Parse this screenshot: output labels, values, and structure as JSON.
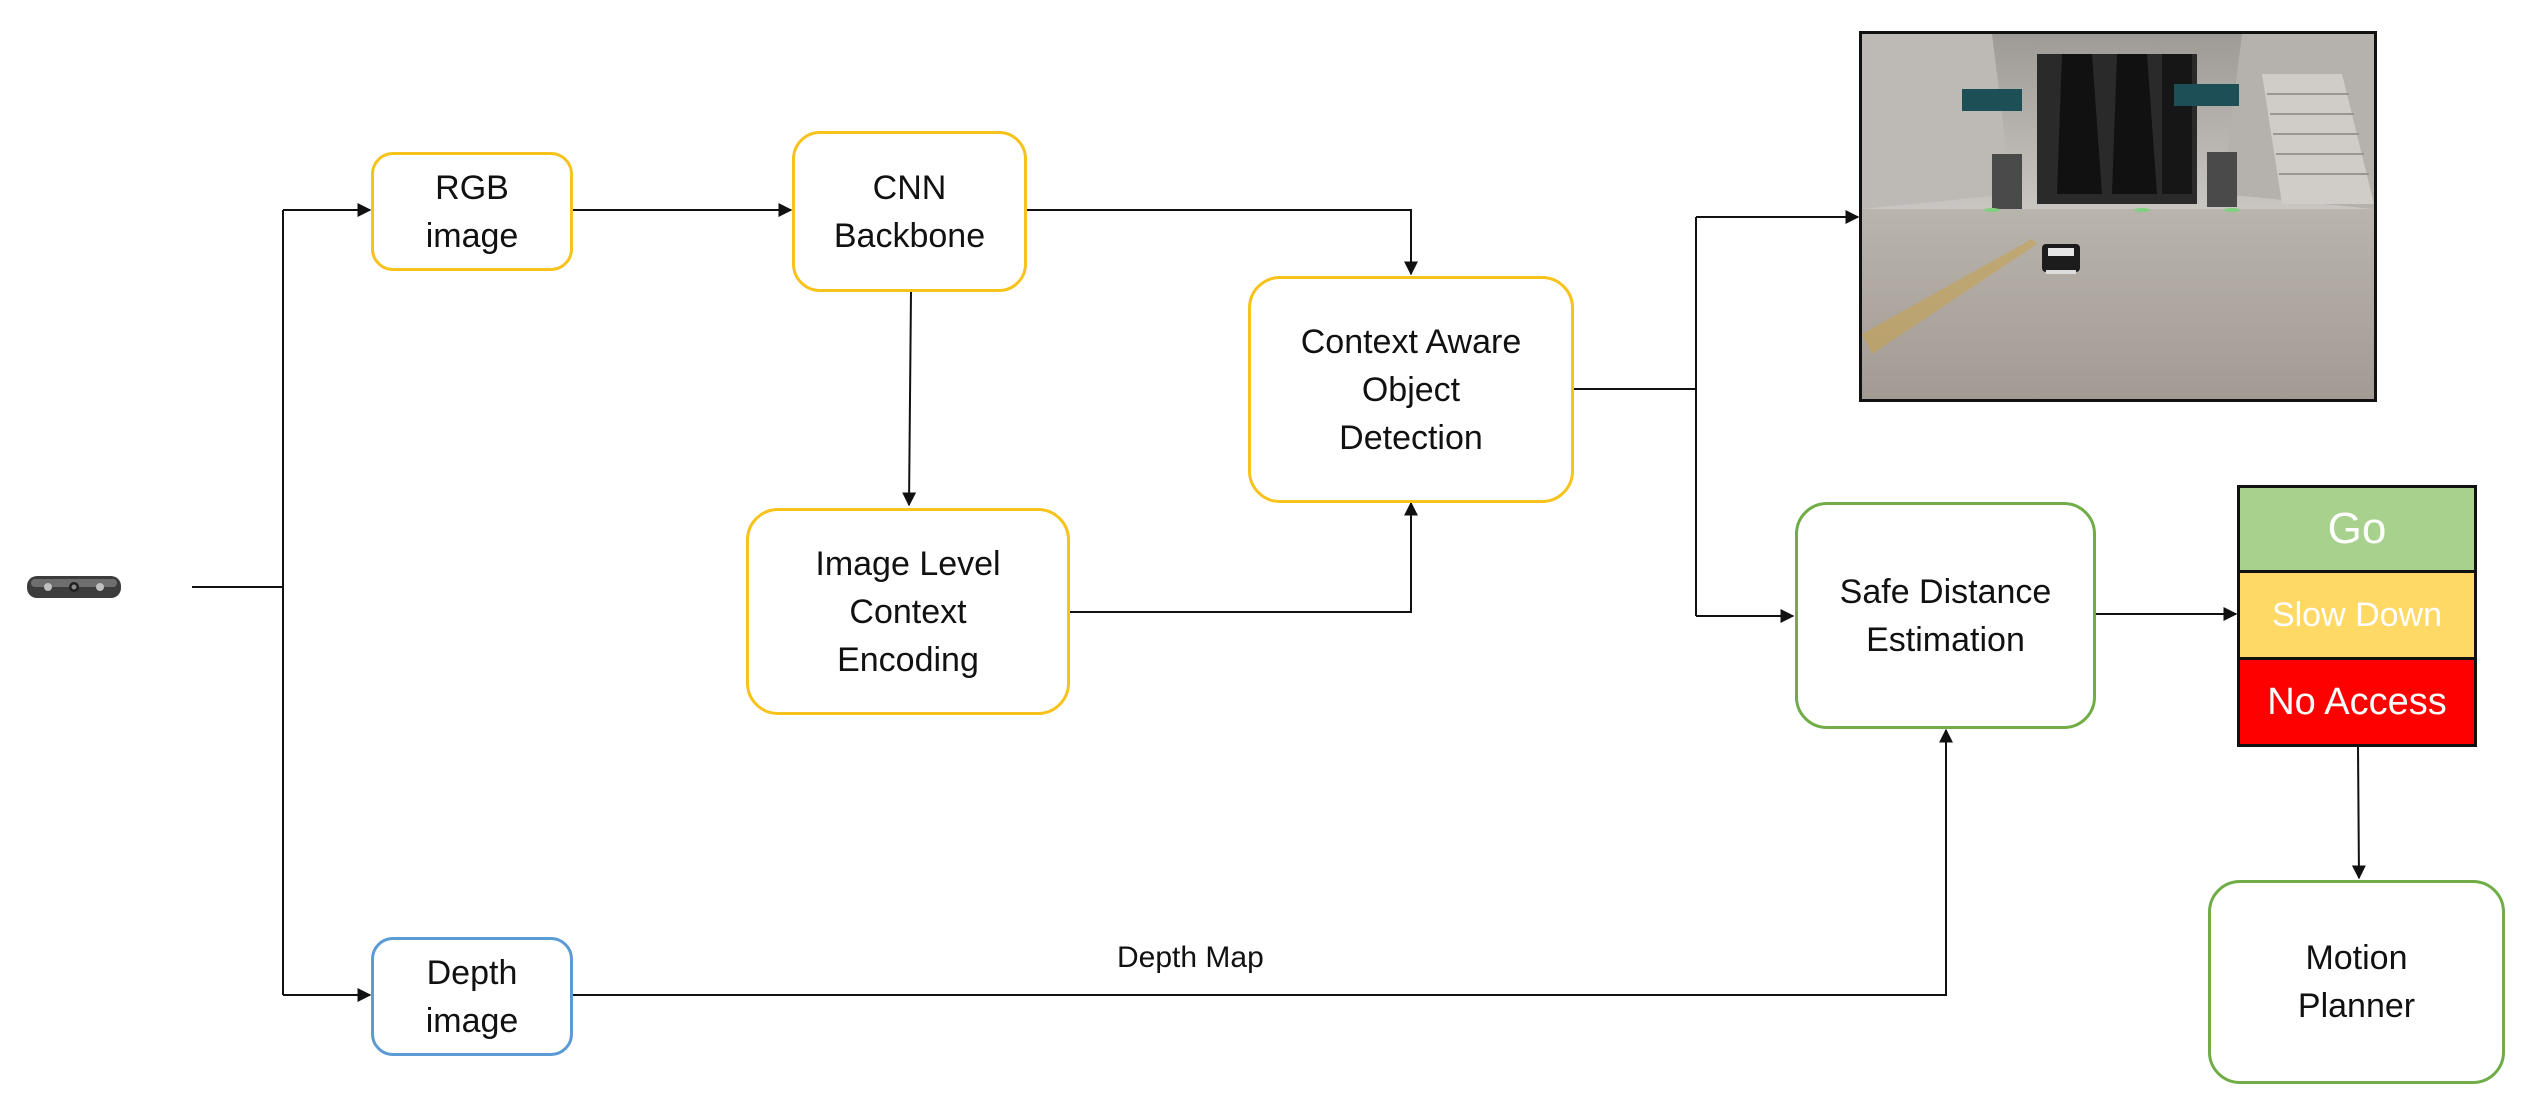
{
  "colors": {
    "yellow_border": "#f7c21b",
    "blue_border": "#5b9bd5",
    "green_border": "#70ad47",
    "line": "#111111",
    "status_go": "#a9d18e",
    "status_slow": "#ffd966",
    "status_no": "#ff0000"
  },
  "nodes": {
    "rgb_image": "RGB\nimage",
    "cnn_backbone": "CNN\nBackbone",
    "context_detection": "Context Aware\nObject\nDetection",
    "image_context": "Image Level\nContext\nEncoding",
    "depth_image": "Depth\nimage",
    "safe_distance": "Safe Distance\nEstimation",
    "motion_planner": "Motion\nPlanner"
  },
  "edge_labels": {
    "depth_map": "Depth Map"
  },
  "status": {
    "go": "Go",
    "slow_down": "Slow Down",
    "no_access": "No Access"
  },
  "icons": {
    "sensor": "depth-camera-icon",
    "scene": "station-concourse-photo"
  }
}
